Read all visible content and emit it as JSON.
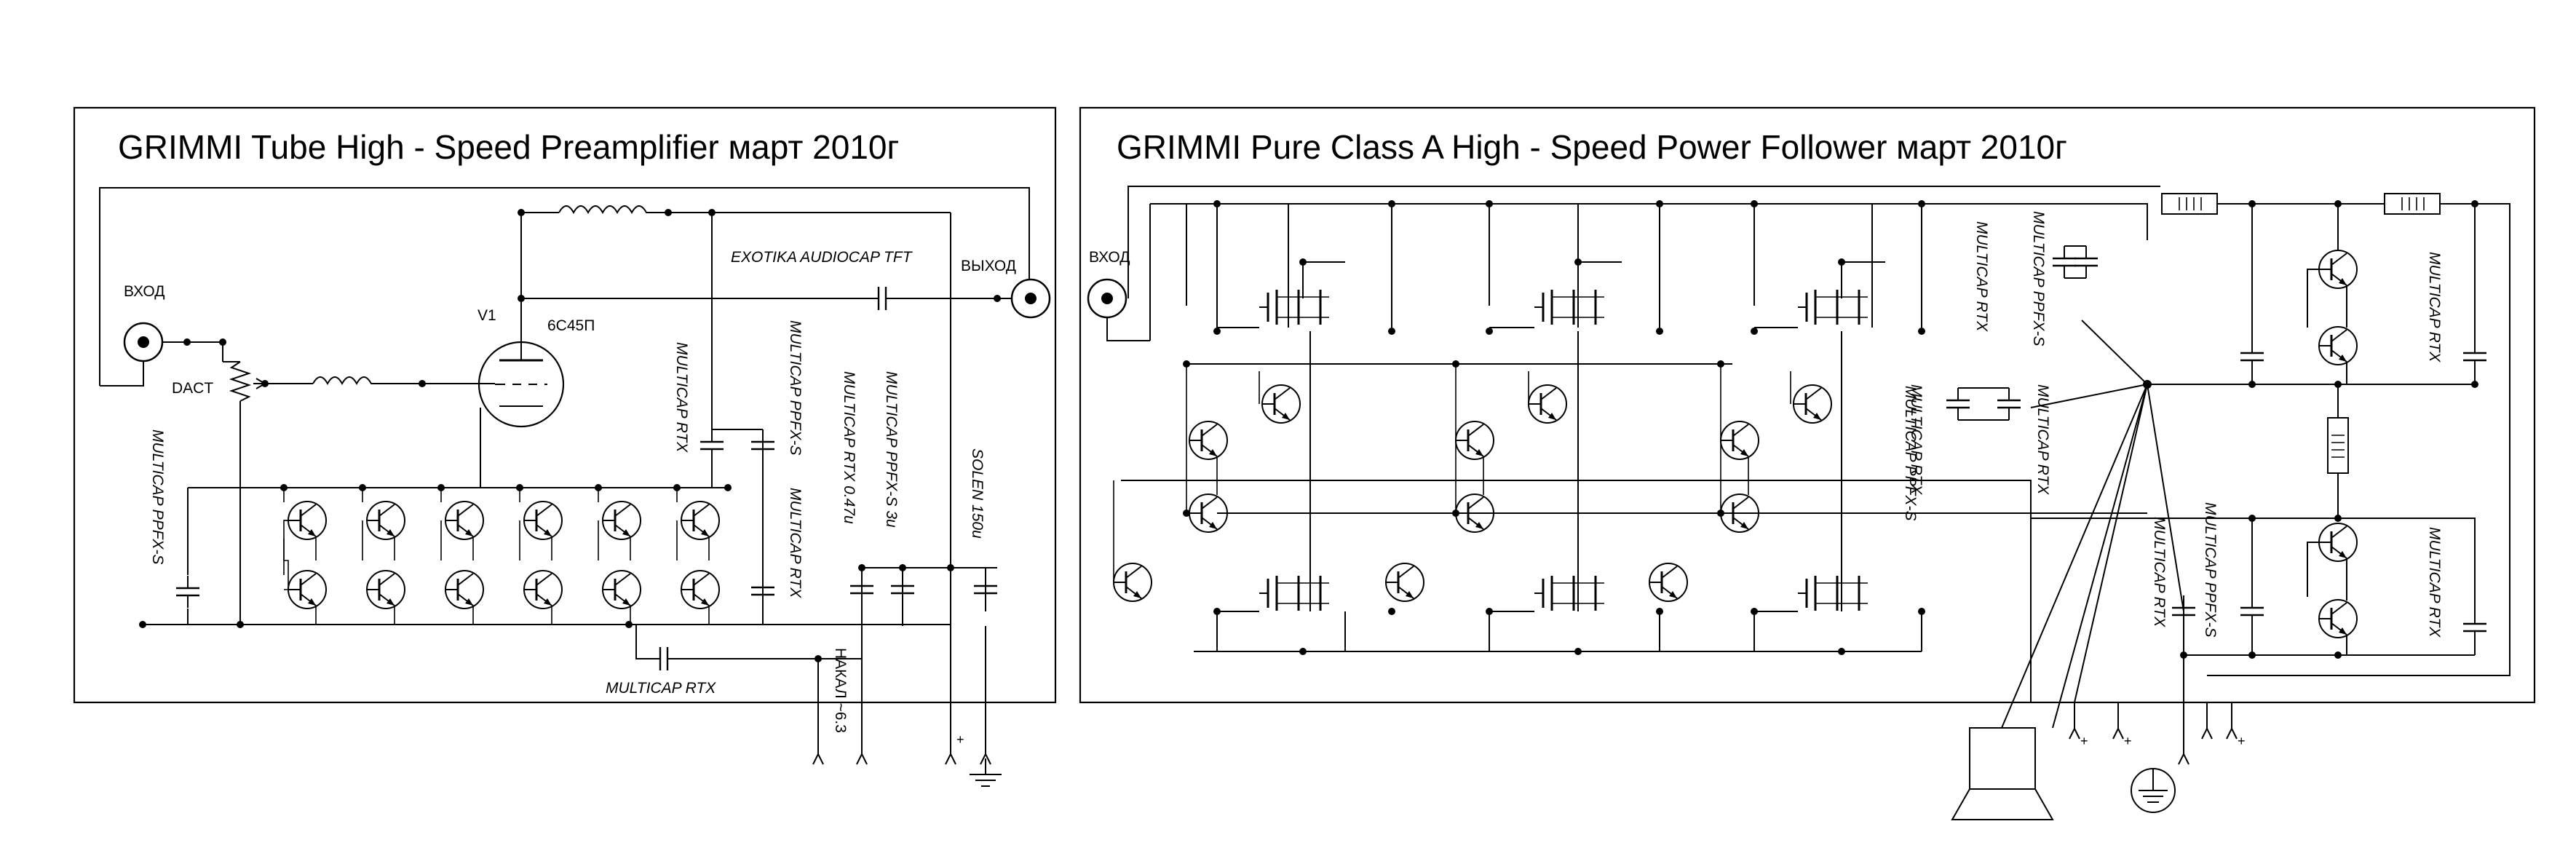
{
  "left_panel": {
    "title": "GRIMMI Tube High - Speed Preamplifier март 2010г",
    "input_label": "ВХОД",
    "output_label": "ВЫХОД",
    "pot_label": "DACT",
    "tube_ref": "V1",
    "tube_type": "6С45П",
    "coupling_cap": "EXOTIKA AUDIOCAP TFT",
    "cap_left": "MULTICAP PPFX-S",
    "cap_rtx_vertical": "MULTICAP RTX",
    "cap_ppfxs_vertical": "MULTICAP PPFX-S",
    "cap_rtx_right": "MULTICAP RTX",
    "cap_rtx_047": "MULTICAP RTX 0.47u",
    "cap_ppfxs_3u": "MULTICAP PPFX-S 3u",
    "cap_solen": "SOLEN 150u",
    "cap_bottom": "MULTICAP RTX",
    "heater": "НАКАЛ ~6.3"
  },
  "right_panel": {
    "title": "GRIMMI  Pure Class A High - Speed Power Follower март 2010г",
    "input_label": "ВХОД",
    "cap_rtx_1": "MULTICAP RTX",
    "cap_ppfxs_1": "MULTICAP PPFX-S",
    "cap_rtx_2": "MULTICAP RTX",
    "cap_rtx_3": "MULTICAP RTX",
    "cap_rtx_4": "MULTICAP RTX",
    "cap_ppfxs_2": "MULTICAP PPFX-S",
    "cap_rtx_5": "MULTICAP RTX",
    "cap_ppfxs_3": "MULTICAP PPFX-S",
    "cap_rtx_6": "MULTICAP RTX"
  },
  "icons": {
    "ground": "ground-icon",
    "speaker": "speaker-icon",
    "jack": "rca-jack-icon"
  },
  "power_marks": {
    "plus": "+",
    "minus": "-"
  }
}
